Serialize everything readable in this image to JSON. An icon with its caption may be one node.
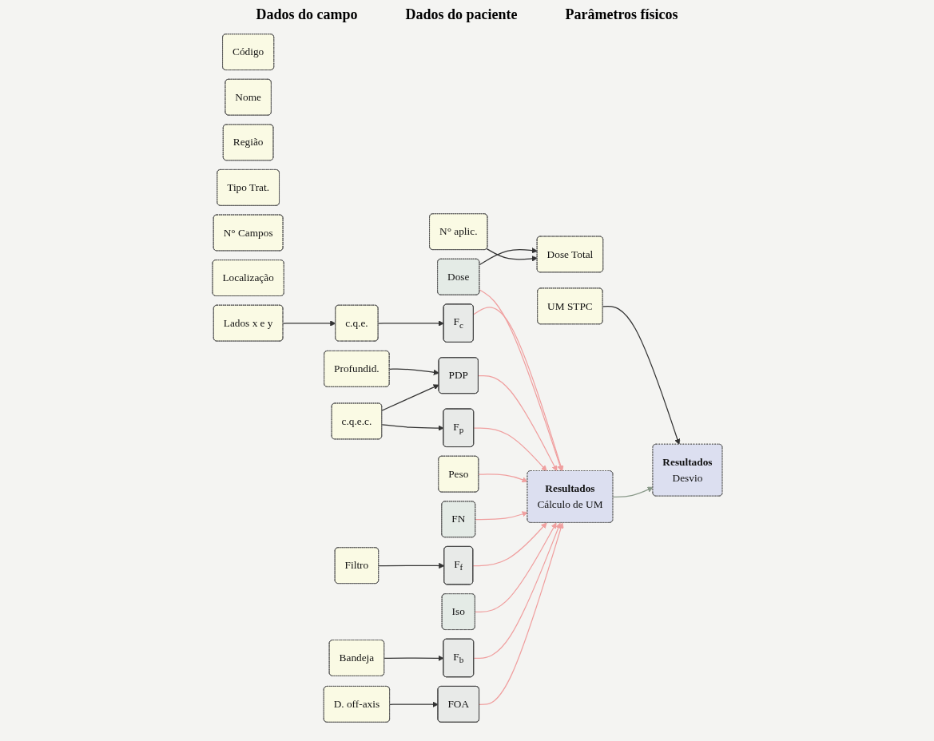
{
  "diagram": {
    "nodes": [
      {
        "text": [
          "Código"
        ]
      },
      {
        "text": [
          "Nome"
        ]
      },
      {
        "text": [
          "Região"
        ]
      },
      {
        "text": [
          "Dose"
        ]
      },
      {
        "text": [
          "Dose Total"
        ]
      },
      {
        "text": [
          "N° aplic."
        ]
      },
      {
        "text": [
          "FN"
        ]
      },
      {
        "text": [
          "Iso"
        ]
      },
      {
        "text": [
          "Tipo Trat."
        ]
      },
      {
        "text": [
          "N° Campos"
        ]
      },
      {
        "text": [
          "UM STPC"
        ]
      },
      {
        "text": [
          "Localização"
        ]
      },
      {
        "text": [
          "Lados x e y"
        ]
      },
      {
        "text": [
          "c.q.e."
        ]
      },
      {
        "text": [
          "Profundid."
        ]
      },
      {
        "text": [
          "c.q.e.c."
        ]
      },
      {
        "text": [
          "Peso"
        ]
      },
      {
        "text": [
          "Filtro"
        ]
      },
      {
        "text": [
          "Bandeja"
        ]
      },
      {
        "text": [
          "D. off-axis"
        ]
      },
      {
        "text": [
          "F$_{c}$"
        ]
      },
      {
        "text": [
          "PDP"
        ]
      },
      {
        "text": [
          "F$_{p}$"
        ]
      },
      {
        "text": [
          "F$_{f}$"
        ]
      },
      {
        "text": [
          "F$_{b}$"
        ]
      },
      {
        "text": [
          "FOA"
        ]
      },
      {
        "text": [
          "Resultados",
          "Cálculo de UM"
        ]
      },
      {
        "text": [
          "Resultados",
          "Desvio"
        ]
      }
    ],
    "edges": [
      {
        "from": 10,
        "to": 27,
        "arrow": "to"
      },
      {
        "from": 12,
        "to": 13,
        "arrow": "to"
      },
      {
        "from": 13,
        "to": 20,
        "arrow": "to"
      },
      {
        "from": 20,
        "to": 26,
        "arrow": "to",
        "color": "#f0a0a0"
      },
      {
        "from": 3,
        "to": 26,
        "arrow": "to",
        "color": "#f0a0a0"
      },
      {
        "from": 3,
        "to": 4,
        "arrow": "to"
      },
      {
        "from": 5,
        "to": 4,
        "arrow": "to"
      },
      {
        "from": 14,
        "to": 21,
        "arrow": "to"
      },
      {
        "from": 15,
        "to": 21,
        "arrow": "to"
      },
      {
        "from": 21,
        "to": 26,
        "arrow": "to",
        "color": "#f0a0a0"
      },
      {
        "from": 15,
        "to": 22,
        "arrow": "to"
      },
      {
        "from": 22,
        "to": 26,
        "arrow": "to",
        "color": "#f0a0a0"
      },
      {
        "from": 16,
        "to": 26,
        "arrow": "to",
        "color": "#f0a0a0"
      },
      {
        "from": 6,
        "to": 26,
        "arrow": "to",
        "color": "#f0a0a0"
      },
      {
        "from": 17,
        "to": 23,
        "arrow": "to"
      },
      {
        "from": 23,
        "to": 26,
        "arrow": "to",
        "color": "#f0a0a0"
      },
      {
        "from": 7,
        "to": 26,
        "arrow": "to",
        "color": "#f0a0a0"
      },
      {
        "from": 18,
        "to": 24,
        "arrow": "to"
      },
      {
        "from": 24,
        "to": 26,
        "arrow": "to",
        "color": "#f0a0a0"
      },
      {
        "from": 19,
        "to": 25,
        "arrow": "to"
      },
      {
        "from": 25,
        "to": 26,
        "arrow": "to",
        "color": "#f0a0a0"
      },
      {
        "from": 26,
        "to": 27,
        "arrow": "to",
        "color": "#8a9a8a"
      }
    ],
    "labels": [
      "Dados do campo",
      "Dados do paciente",
      "Parâmetros físicos"
    ]
  }
}
